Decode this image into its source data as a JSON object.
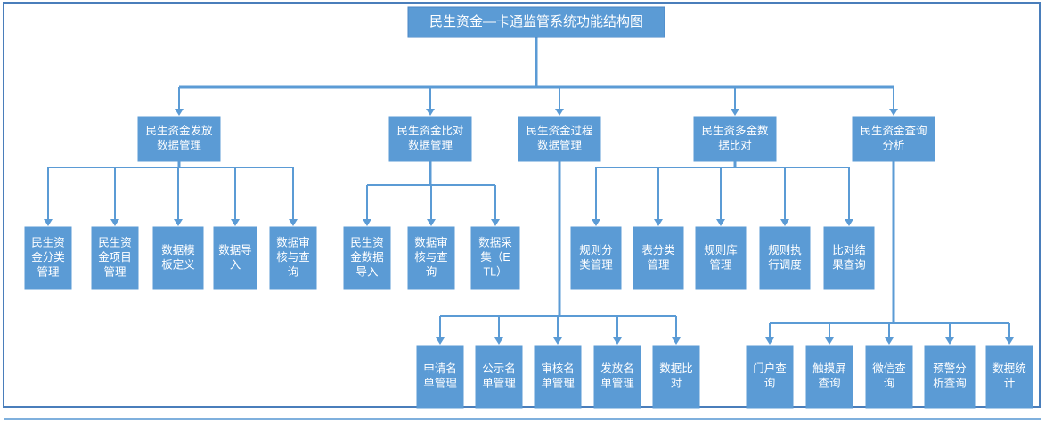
{
  "page": {
    "title": "民生资金—卡通监管系统功能结构图",
    "frame_border_color": "#4a7ebb",
    "node_fill_color": "#5b9bd5",
    "node_text_color": "#ffffff",
    "connector_color": "#5b9bd5",
    "background_color": "#ffffff"
  },
  "chart_data": {
    "type": "diagram",
    "diagram_kind": "functional-structure-tree",
    "title": "民生资金—卡通监管系统功能结构图",
    "root": {
      "id": "root",
      "label": "民生资金—卡通监管系统功能结构图"
    },
    "branches": [
      {
        "id": "b1",
        "label": "民生资金发放数据管理",
        "children": [
          {
            "id": "b1c1",
            "label": "民生资金分类管理"
          },
          {
            "id": "b1c2",
            "label": "民生资金项目管理"
          },
          {
            "id": "b1c3",
            "label": "数据模板定义"
          },
          {
            "id": "b1c4",
            "label": "数据导入"
          },
          {
            "id": "b1c5",
            "label": "数据审核与查询"
          }
        ]
      },
      {
        "id": "b2",
        "label": "民生资金比对数据管理",
        "children": [
          {
            "id": "b2c1",
            "label": "民生资金数据导入"
          },
          {
            "id": "b2c2",
            "label": "数据审核与查询"
          },
          {
            "id": "b2c3",
            "label": "数据采集（ETL）"
          }
        ]
      },
      {
        "id": "b3",
        "label": "民生资金过程数据管理",
        "children": [
          {
            "id": "b3c1",
            "label": "申请名单管理"
          },
          {
            "id": "b3c2",
            "label": "公示名单管理"
          },
          {
            "id": "b3c3",
            "label": "审核名单管理"
          },
          {
            "id": "b3c4",
            "label": "发放名单管理"
          },
          {
            "id": "b3c5",
            "label": "数据比对"
          }
        ]
      },
      {
        "id": "b4",
        "label": "民生资多金数据比对",
        "children": [
          {
            "id": "b4c1",
            "label": "规则分类管理"
          },
          {
            "id": "b4c2",
            "label": "表分类管理"
          },
          {
            "id": "b4c3",
            "label": "规则库管理"
          },
          {
            "id": "b4c4",
            "label": "规则执行调度"
          },
          {
            "id": "b4c5",
            "label": "比对结果查询"
          }
        ]
      },
      {
        "id": "b5",
        "label": "民生资金查询分析",
        "children": [
          {
            "id": "b5c1",
            "label": "门户查询"
          },
          {
            "id": "b5c2",
            "label": "触摸屏查询"
          },
          {
            "id": "b5c3",
            "label": "微信查询"
          },
          {
            "id": "b5c4",
            "label": "预警分析查询"
          },
          {
            "id": "b5c5",
            "label": "数据统计"
          }
        ]
      }
    ]
  }
}
